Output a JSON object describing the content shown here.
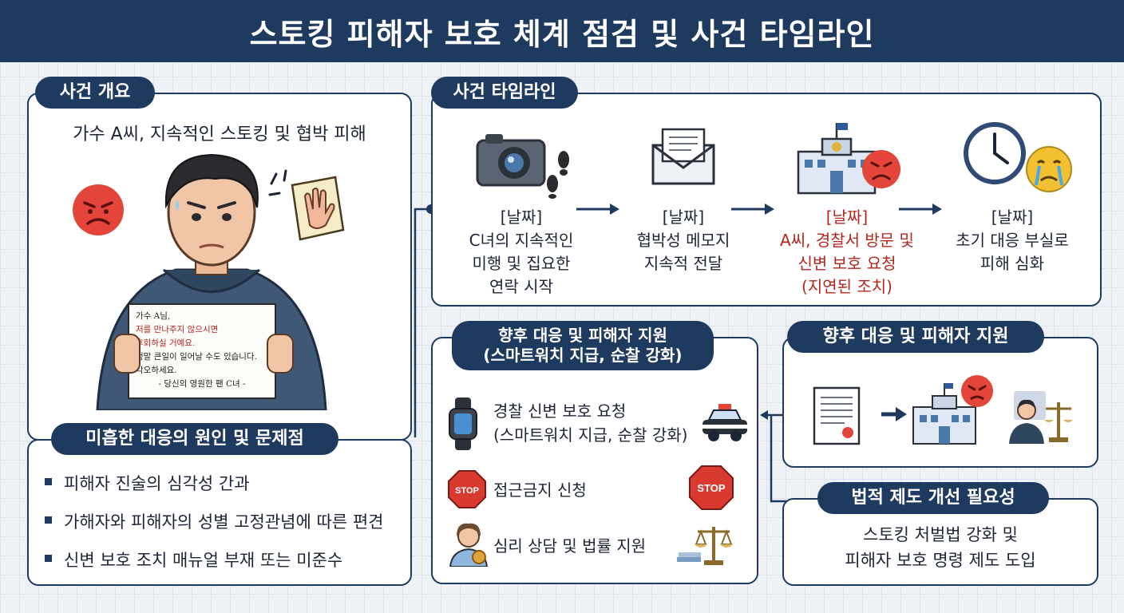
{
  "title": "스토킹 피해자 보호 체계 점검 및 사건 타임라인",
  "overview": {
    "header": "사건 개요",
    "subtitle": "가수 A씨, 지속적인 스토킹 및 협박 피해",
    "note_lines": [
      "가수 A님,",
      "저를 만나주지 않으시면",
      "후회하실 거예요.",
      "정말 큰일이 일어날 수도 있습니다.",
      "각오하세요.",
      "- 당신의 영원한 팬 C녀 -"
    ]
  },
  "causes": {
    "header": "미흡한 대응의 원인 및 문제점",
    "items": [
      "피해자 진술의 심각성 간과",
      "가해자와 피해자의 성별 고정관념에 따른 편견",
      "신변 보호 조치 매뉴얼 부재 또는 미준수"
    ]
  },
  "timeline": {
    "header": "사건 타임라인",
    "steps": [
      {
        "date": "[날짜]",
        "lines": [
          "C녀의 지속적인",
          "미행 및 집요한",
          "연락 시작"
        ],
        "icon": "camera-footprints-icon",
        "highlight": false
      },
      {
        "date": "[날짜]",
        "lines": [
          "협박성 메모지",
          "지속적 전달"
        ],
        "icon": "envelope-icon",
        "highlight": false
      },
      {
        "date": "[날짜]",
        "lines": [
          "A씨, 경찰서 방문 및",
          "신변 보호 요청",
          "(지연된 조치)"
        ],
        "icon": "police-station-angry-icon",
        "highlight": true
      },
      {
        "date": "[날짜]",
        "lines": [
          "초기 대응 부실로",
          "피해 심화"
        ],
        "icon": "clock-crying-icon",
        "highlight": false
      }
    ]
  },
  "support_left": {
    "header_line1": "향후 대응 및 피해자 지원",
    "header_line2": "(스마트워치 지급, 순찰 강화)",
    "items": [
      {
        "line1": "경찰 신변 보호 요청",
        "line2": "(스마트워치 지급, 순찰 강화)",
        "icon": "smartwatch-icon",
        "right_icon": "police-car-icon"
      },
      {
        "line1": "접근금지 신청",
        "line2": "",
        "icon": "stop-sign-icon",
        "right_icon": "stop-sign-icon"
      },
      {
        "line1": "심리 상담 및 법률 지원",
        "line2": "",
        "icon": "counselor-icon",
        "right_icon": "scales-icon"
      }
    ],
    "stop_text": "STOP"
  },
  "support_right": {
    "header": "향후 대응 및 피해자 지원"
  },
  "legal": {
    "header": "법적 제도 개선 필요성",
    "lines": [
      "스토킹 처벌법 강화 및",
      "피해자 보호 명령 제도 도입"
    ]
  },
  "colors": {
    "navy": "#1f3a5f",
    "red": "#b3261e",
    "background": "#eef1f5"
  }
}
